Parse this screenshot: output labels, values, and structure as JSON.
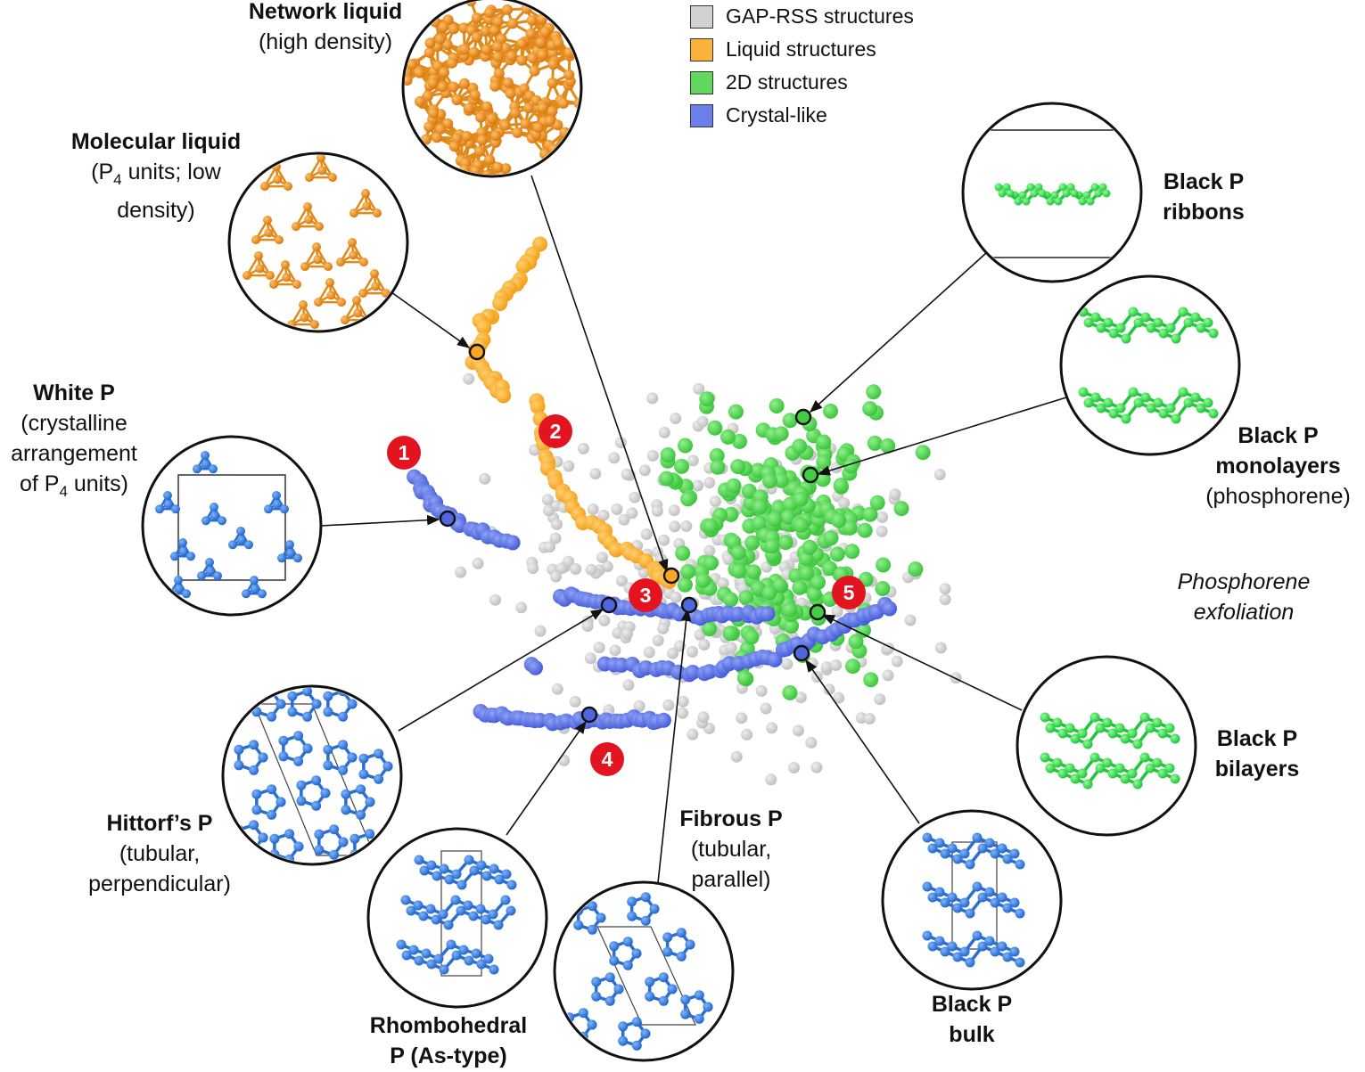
{
  "legend": [
    {
      "label": "GAP-RSS structures",
      "color": "#d2d2d2"
    },
    {
      "label": "Liquid structures",
      "color": "#f9b23a"
    },
    {
      "label": "2D structures",
      "color": "#5fd85c"
    },
    {
      "label": "Crystal-like",
      "color": "#6a80e8"
    }
  ],
  "colors": {
    "gap": "#c8c8c8",
    "liquid": "#f7a626",
    "twod": "#44cc44",
    "crystal": "#4f66df",
    "atom_orange": "#e8820e",
    "atom_blue": "#2a78e0",
    "atom_green": "#2fd84a",
    "badge": "#e3141f"
  },
  "labels": {
    "network_liquid": {
      "title": "Network liquid",
      "desc": "(high density)"
    },
    "molecular_liquid": {
      "title": "Molecular liquid",
      "desc_a": "(P",
      "desc_sub": "4",
      "desc_b": " units; low",
      "desc2": "density)"
    },
    "white_p": {
      "title": "White P",
      "desc1": "(crystalline",
      "desc2": "arrangement",
      "desc3_a": "of P",
      "desc3_sub": "4",
      "desc3_b": " units)"
    },
    "hittorf": {
      "title": "Hittorf’s P",
      "desc1": "(tubular,",
      "desc2": "perpendicular)"
    },
    "rhombohedral": {
      "title1": "Rhombohedral",
      "title2": "P (As-type)"
    },
    "fibrous": {
      "title": "Fibrous P",
      "desc1": "(tubular,",
      "desc2": "parallel)"
    },
    "bp_bulk": {
      "title1": "Black P",
      "title2": "bulk"
    },
    "bp_bilayers": {
      "title1": "Black P",
      "title2": "bilayers"
    },
    "bp_monolayers": {
      "title1": "Black P",
      "title2": "monolayers",
      "desc": "(phosphorene)"
    },
    "bp_ribbons": {
      "title1": "Black P",
      "title2": "ribbons"
    },
    "exfoliation": {
      "line1": "Phosphorene",
      "line2": "exfoliation"
    }
  },
  "badges": [
    "1",
    "2",
    "3",
    "4",
    "5"
  ]
}
